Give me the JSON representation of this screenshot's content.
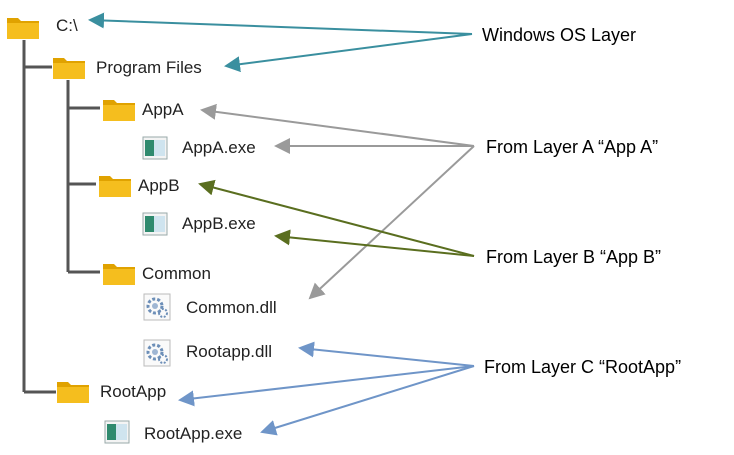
{
  "tree": {
    "root": "C:\\",
    "program_files": "Program Files",
    "app_a": "AppA",
    "app_a_exe": "AppA.exe",
    "app_b": "AppB",
    "app_b_exe": "AppB.exe",
    "common": "Common",
    "common_dll": "Common.dll",
    "rootapp_dll": "Rootapp.dll",
    "rootapp": "RootApp",
    "rootapp_exe": "RootApp.exe"
  },
  "layers": {
    "windows": "Windows OS Layer",
    "layer_a": "From Layer A “App A”",
    "layer_b": "From Layer B “App B”",
    "layer_c": "From Layer C “RootApp”"
  },
  "colors": {
    "tree_line": "#555555",
    "windows_arrow": "#3a8f9f",
    "layer_a_arrow": "#9a9a9a",
    "layer_b_arrow": "#5a6e1f",
    "layer_c_arrow": "#6f95c8",
    "folder": "#f2b400"
  },
  "icons": {
    "folder": "folder-icon",
    "exe": "exe-file-icon",
    "dll": "dll-gear-icon"
  }
}
